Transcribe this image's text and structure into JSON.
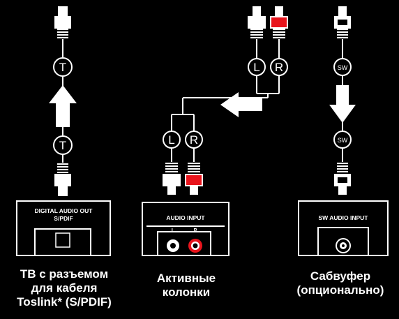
{
  "colors": {
    "background": "#000000",
    "foreground": "#ffffff",
    "right_channel": "#e8141c"
  },
  "connectors": {
    "tv": {
      "top_marker": "T",
      "bottom_marker": "T",
      "arrow": "up"
    },
    "speakers": {
      "top_left": "L",
      "top_right": "R",
      "bottom_left": "L",
      "bottom_right": "R",
      "arrow": "left"
    },
    "subwoofer": {
      "top_marker": "SW",
      "bottom_marker": "SW",
      "arrow": "down"
    }
  },
  "panels": {
    "tv": {
      "label_line1": "DIGITAL AUDIO OUT",
      "label_line2": "S/PDIF"
    },
    "speakers": {
      "label": "AUDIO INPUT",
      "left": "L",
      "right": "R"
    },
    "subwoofer": {
      "label": "SW AUDIO INPUT"
    }
  },
  "captions": {
    "tv": "ТВ с разъемом\nдля кабеля\nToslink* (S/PDIF)",
    "speakers": "Активные\nколонки",
    "subwoofer": "Сабвуфер\n(опционально)"
  }
}
